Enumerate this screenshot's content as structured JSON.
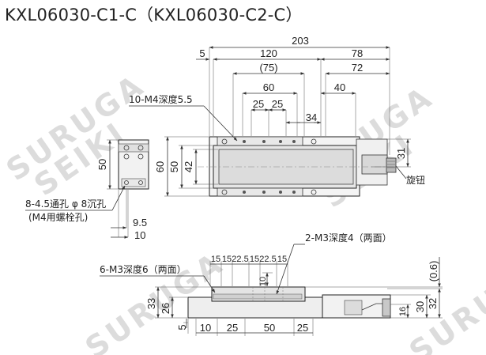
{
  "title": "KXL06030-C1-C（KXL06030-C2-C）",
  "watermark": {
    "line1": "SURUGA",
    "line2": "SEIKI"
  },
  "top_view": {
    "overall_length": "203",
    "offset_left": "5",
    "pitch_120": "120",
    "right_78": "78",
    "ref_75": "(75)",
    "right_72": "72",
    "pitch_60": "60",
    "right_40": "40",
    "pitch_25a": "25",
    "pitch_25b": "25",
    "right_34": "34",
    "height_31": "31",
    "knob_label": "旋钮",
    "tap_note": "10-M4深度5.5",
    "width_60": "60",
    "width_50": "50",
    "width_42": "42"
  },
  "side_view": {
    "width_50": "50",
    "hole_note_line1": "8-4.5通孔 φ 8沉孔",
    "hole_note_line2": "(M4用螺栓孔)",
    "dim_9_5": "9.5",
    "dim_10": "10"
  },
  "front_view": {
    "note_right": "2-M3深度4（两面）",
    "note_left": "6-M3深度6（两面）",
    "top_dims": [
      "15",
      "15",
      "22.5",
      "15",
      "22.5",
      "15"
    ],
    "dim_10_small": "10",
    "dim_0_6": "(0.6)",
    "height_33": "33",
    "height_26": "26",
    "height_32": "32",
    "height_30": "30",
    "height_16": "16",
    "dim_5": "5",
    "bottom_dims": [
      "10",
      "25",
      "50",
      "25"
    ]
  }
}
